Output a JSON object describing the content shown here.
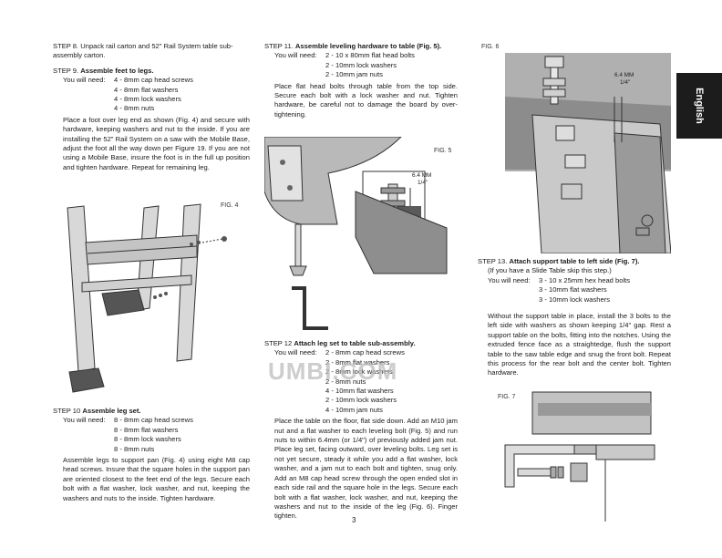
{
  "side_tab": "English",
  "page_number": "3",
  "watermark": "UMBI.COM",
  "step8": {
    "text": "STEP 8. Unpack rail carton and 52\" Rail System table sub-assembly carton."
  },
  "step9": {
    "heading_prefix": "STEP 9. ",
    "heading": "Assemble feet to legs.",
    "need_label": "You will need:",
    "items": [
      "4 - 8mm cap head screws",
      "4 - 8mm flat washers",
      "4 - 8mm lock washers",
      "4 - 8mm nuts"
    ],
    "body": "Place a foot over leg end as shown (Fig. 4) and secure with hardware, keeping washers and nut to the inside. If you are installing the 52\" Rail System on a saw with the Mobile Base, adjust the foot all the way down per Figure 19. If you are not using a Mobile Base, insure the foot is in the full up position and tighten hardware. Repeat for remaining leg."
  },
  "step10": {
    "heading_prefix": "STEP 10 ",
    "heading": "Assemble leg set.",
    "need_label": "You will need:",
    "items": [
      "8 - 8mm cap head screws",
      "8 - 8mm flat washers",
      "8 - 8mm lock washers",
      "8 - 8mm nuts"
    ],
    "body": "Assemble legs to support pan (Fig. 4) using eight M8 cap head screws. Insure that the square holes in the support pan are oriented closest to the feet end of the legs. Secure each bolt with a flat washer, lock washer, and nut, keeping the washers and nuts to the inside. Tighten hardware."
  },
  "step11": {
    "heading_prefix": "STEP 11. ",
    "heading": "Assemble leveling hardware to table (Fig. 5).",
    "need_label": "You will need:",
    "items": [
      "2 - 10 x 80mm flat head bolts",
      "2 - 10mm lock washers",
      "2 - 10mm jam nuts"
    ],
    "body": "Place flat head bolts through table from the top side. Secure each bolt with a lock washer and nut. Tighten hardware, be careful not to damage the board by over-tightening."
  },
  "step12": {
    "heading_prefix": "STEP 12 ",
    "heading": "Attach leg set to table sub-assembly.",
    "need_label": "You will need:",
    "items": [
      "2 - 8mm cap head screws",
      "2 - 8mm flat washers",
      "2 - 8mm lock washers",
      "2 - 8mm nuts",
      "4 - 10mm flat washers",
      "2 - 10mm lock washers",
      "4 - 10mm jam nuts"
    ],
    "body": "Place the table on the floor, flat side down. Add an M10 jam nut and a flat washer to each leveling bolt (Fig. 5) and run nuts to within 6.4mm (or 1/4\") of previously added jam nut. Place leg set, facing outward, over leveling bolts. Leg set is not yet secure, steady it while you add a flat washer, lock washer, and a jam nut to each bolt and tighten, snug only. Add an M8 cap head screw through the open ended slot in each side rail and the square hole in the legs. Secure each bolt with a flat washer, lock washer, and nut, keeping the washers and nut to the inside of the leg (Fig. 6). Finger tighten."
  },
  "step13": {
    "heading_prefix": "STEP 13. ",
    "heading": "Attach support table to left side (Fig. 7).",
    "subnote": "(If you have a Slide Table skip this step.)",
    "need_label": "You will need:",
    "items": [
      "3 - 10 x 25mm hex head bolts",
      "3 - 10mm flat washers",
      "3 - 10mm lock washers"
    ],
    "body": "Without the support table in place, install the 3 bolts to the left side with washers as shown keeping 1/4\" gap. Rest a support table on the bolts, fitting into the notches. Using the extruded fence face as a straightedge, flush the support table to the saw table edge and snug the front bolt. Repeat this process for the rear bolt and the center bolt. Tighten hardware."
  },
  "figures": {
    "fig4": "FIG. 4",
    "fig5": "FIG. 5",
    "fig6": "FIG. 6",
    "fig7": "FIG. 7",
    "dim_mm": "6.4 MM",
    "dim_in": "1/4\""
  }
}
